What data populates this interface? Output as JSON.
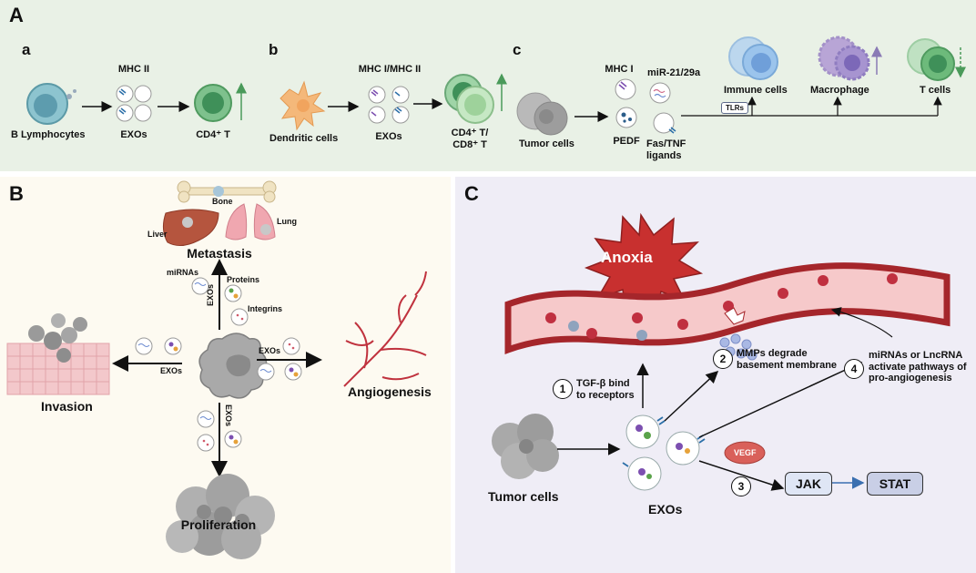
{
  "panel_a": {
    "label": "A",
    "sub_a": {
      "label": "a",
      "mhc": "MHC II",
      "source": "B Lymphocytes",
      "exos": "EXOs",
      "target": "CD4⁺ T"
    },
    "sub_b": {
      "label": "b",
      "mhc": "MHC I/MHC II",
      "source": "Dendritic cells",
      "exos": "EXOs",
      "target": "CD4⁺ T/\nCD8⁺ T"
    },
    "sub_c": {
      "label": "c",
      "source": "Tumor cells",
      "mhc": "MHC I",
      "mir": "miR-21/29a",
      "pedf": "PEDF",
      "fas": "Fas/TNF\nligands",
      "tlrs": "TLRs",
      "immune": "Immune cells",
      "macrophage": "Macrophage",
      "tcells": "T cells"
    }
  },
  "panel_b": {
    "label": "B",
    "bone": "Bone",
    "liver": "Liver",
    "lung": "Lung",
    "metastasis": "Metastasis",
    "mirnas": "miRNAs",
    "proteins": "Proteins",
    "integrins": "Integrins",
    "exos_up": "EXOs",
    "exos_left": "EXOs",
    "exos_right": "EXOs",
    "exos_down": "EXOs",
    "invasion": "Invasion",
    "angiogenesis": "Angiogenesis",
    "proliferation": "Proliferation"
  },
  "panel_c": {
    "label": "C",
    "anoxia": "Anoxia",
    "step1_num": "1",
    "step1": "TGF-β bind\nto receptors",
    "step2_num": "2",
    "step2": "MMPs degrade\nbasement membrane",
    "step3_num": "3",
    "step4_num": "4",
    "step4": "miRNAs or LncRNA\nactivate pathways of\npro-angiogenesis",
    "tumor": "Tumor cells",
    "exos": "EXOs",
    "vegf": "VEGF",
    "jak": "JAK",
    "stat": "STAT"
  },
  "colors": {
    "panel_a_bg": "#e9f1e6",
    "panel_b_bg": "#fdfaf1",
    "panel_c_bg": "#efedf6",
    "up_arrow": "#4a9a5a",
    "vessel": "#a5262b",
    "anoxia": "#c8302f"
  }
}
